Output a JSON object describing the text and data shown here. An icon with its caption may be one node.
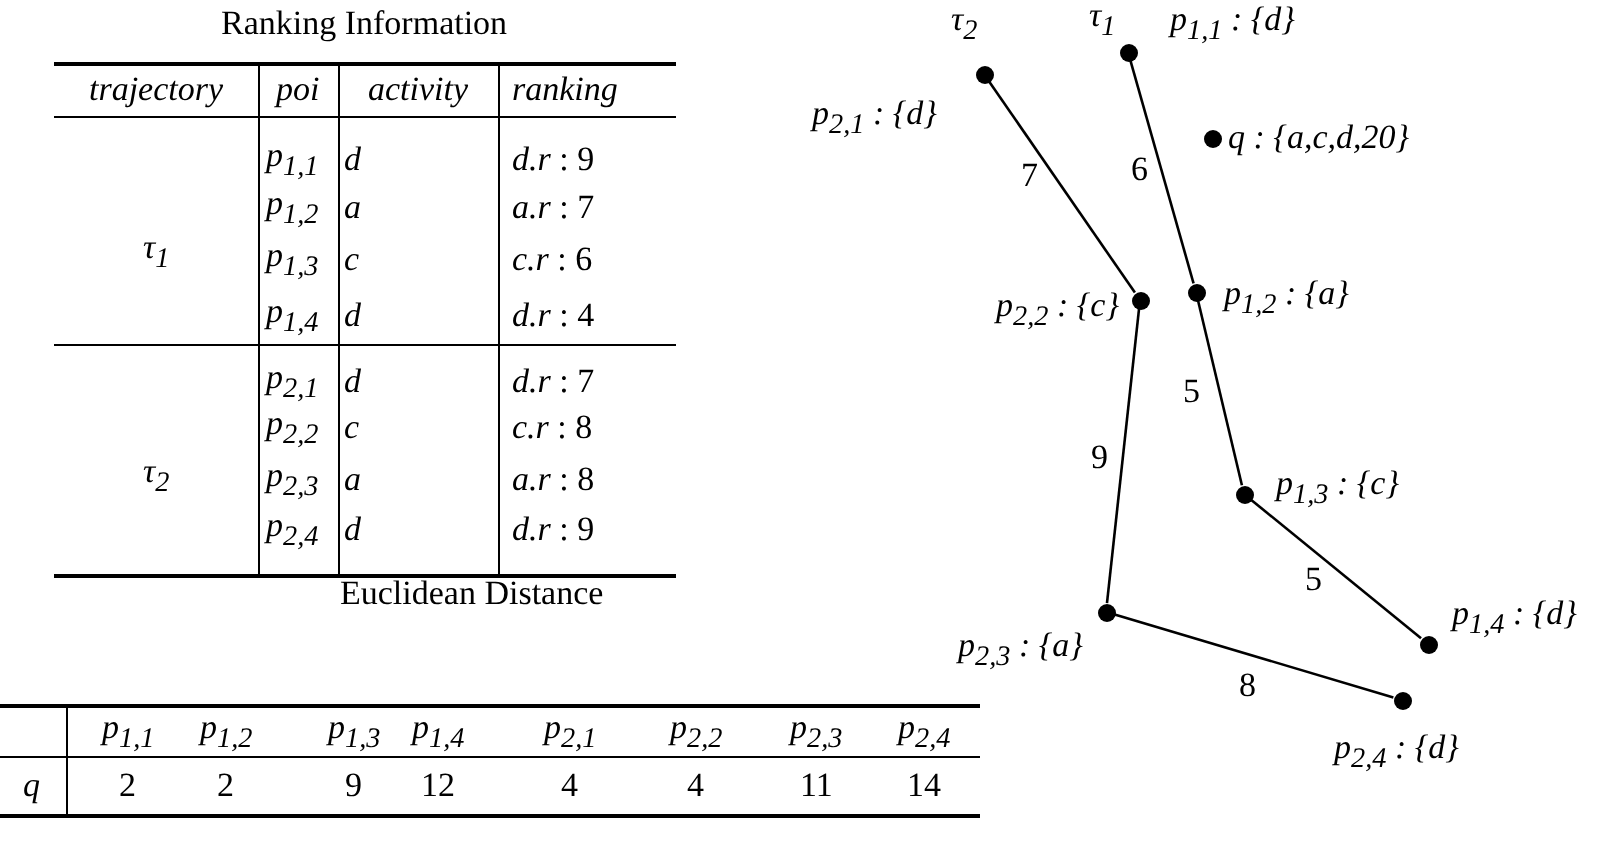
{
  "diagram": {
    "nodes": [
      {
        "text": [],
        "shape": "circle",
        "beside": [
          "τ$_{1}$",
          "p$_{1,1}$ : {d}"
        ]
      },
      {
        "text": [],
        "shape": "circle",
        "beside": [
          "τ$_{2}$",
          "p$_{2,1}$ : {d}"
        ]
      },
      {
        "text": [],
        "shape": "circle",
        "beside": [
          "q : {a,c,d,20}"
        ]
      },
      {
        "text": [],
        "shape": "circle",
        "beside": [
          "p$_{2,2}$ : {c}"
        ]
      },
      {
        "text": [],
        "shape": "circle",
        "beside": [
          "p$_{1,2}$ : {a}"
        ]
      },
      {
        "text": [],
        "shape": "circle",
        "beside": [
          "p$_{1,3}$ : {c}"
        ]
      },
      {
        "text": [],
        "shape": "circle",
        "beside": [
          "p$_{2,3}$ : {a}"
        ]
      },
      {
        "text": [],
        "shape": "circle",
        "beside": [
          "p$_{1,4}$ : {d}"
        ]
      },
      {
        "text": [],
        "shape": "circle",
        "beside": [
          "p$_{2,4}$ : {d}"
        ]
      }
    ],
    "edges": [
      {
        "from": 1,
        "to": 3,
        "arrow": "none",
        "label": "7"
      },
      {
        "from": 0,
        "to": 4,
        "arrow": "none",
        "label": "6"
      },
      {
        "from": 4,
        "to": 5,
        "arrow": "none",
        "label": "5"
      },
      {
        "from": 3,
        "to": 6,
        "arrow": "none",
        "label": "9"
      },
      {
        "from": 5,
        "to": 7,
        "arrow": "none",
        "label": "5"
      },
      {
        "from": 6,
        "to": 8,
        "arrow": "none",
        "label": "8"
      }
    ],
    "labels": [
      "Ranking Information",
      "trajectory",
      "poi",
      "activity",
      "ranking",
      "τ$_{1}$",
      "p$_{1,1}$",
      "d",
      "*d.r* : 9",
      "p$_{1,2}$",
      "a",
      "*a.r* : 7",
      "p$_{1,3}$",
      "c",
      "*c.r* : 6",
      "p$_{1,4}$",
      "d",
      "*d.r* : 4",
      "τ$_{2}$",
      "p$_{2,1}$",
      "d",
      "*d.r* : 7",
      "p$_{2,2}$",
      "c",
      "*c.r* : 8",
      "p$_{2,3}$",
      "a",
      "*a.r* : 8",
      "p$_{2,4}$",
      "d",
      "*d.r* : 9",
      "Euclidean Distance",
      "p$_{1,1}$",
      "p$_{1,2}$",
      "p$_{1,3}$",
      "p$_{1,4}$",
      "p$_{2,1}$",
      "p$_{2,2}$",
      "p$_{2,3}$",
      "p$_{2,4}$",
      "q",
      "2",
      "2",
      "9",
      "12",
      "4",
      "4",
      "11",
      "14"
    ]
  }
}
